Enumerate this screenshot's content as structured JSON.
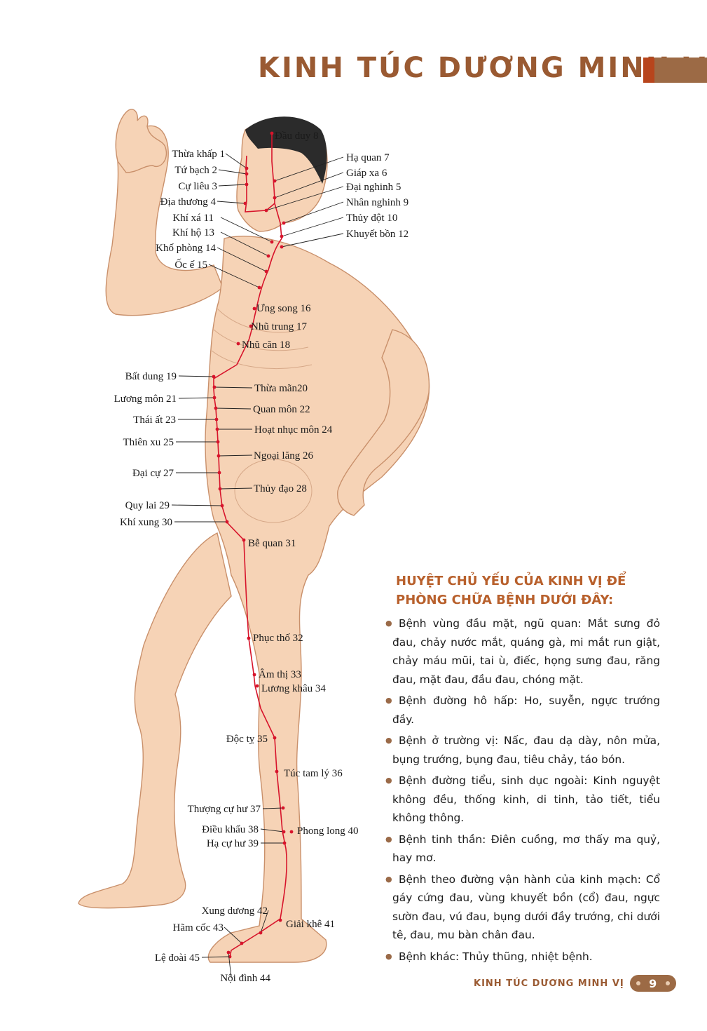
{
  "page": {
    "title": "KINH TÚC DƯƠNG MINH VỊ",
    "footer_title": "KINH TÚC DƯƠNG MINH VỊ",
    "page_number": "9"
  },
  "colors": {
    "accent": "#b8602c",
    "meridian": "#d7142b",
    "skin": "#f6d3b6",
    "bar": "#9c6a45"
  },
  "diagram": {
    "acupoints": [
      {
        "label": "Đầu duy 8"
      },
      {
        "label": "Thừa khấp 1"
      },
      {
        "label": "Tứ bạch 2"
      },
      {
        "label": "Cự liêu 3"
      },
      {
        "label": "Địa thương 4"
      },
      {
        "label": "Khí xá 11"
      },
      {
        "label": "Khí hộ 13"
      },
      {
        "label": "Khố phòng 14"
      },
      {
        "label": "Ốc ế 15"
      },
      {
        "label": "Hạ quan 7"
      },
      {
        "label": "Giáp xa 6"
      },
      {
        "label": "Đại nghinh 5"
      },
      {
        "label": "Nhân nghinh 9"
      },
      {
        "label": "Thủy đột 10"
      },
      {
        "label": "Khuyết bồn 12"
      },
      {
        "label": "Ưng song 16"
      },
      {
        "label": "Nhũ trung 17"
      },
      {
        "label": "Nhũ căn 18"
      },
      {
        "label": "Bất dung 19"
      },
      {
        "label": "Thừa mãn20"
      },
      {
        "label": "Lương môn 21"
      },
      {
        "label": "Quan môn 22"
      },
      {
        "label": "Thái ất 23"
      },
      {
        "label": "Hoạt nhục môn 24"
      },
      {
        "label": "Thiên xu 25"
      },
      {
        "label": "Ngoại lăng 26"
      },
      {
        "label": "Đại cự 27"
      },
      {
        "label": "Thủy đạo 28"
      },
      {
        "label": "Quy lai 29"
      },
      {
        "label": "Khí xung 30"
      },
      {
        "label": "Bễ quan 31"
      },
      {
        "label": "Phục thố 32"
      },
      {
        "label": "Âm thị 33"
      },
      {
        "label": "Lương khâu 34"
      },
      {
        "label": "Độc tỵ 35"
      },
      {
        "label": "Túc tam lý 36"
      },
      {
        "label": "Thượng cự hư 37"
      },
      {
        "label": "Điều khẩu 38"
      },
      {
        "label": "Hạ cự hư 39"
      },
      {
        "label": "Phong long 40"
      },
      {
        "label": "Xung dương 42"
      },
      {
        "label": "Giải khê 41"
      },
      {
        "label": "Hãm cốc 43"
      },
      {
        "label": "Lệ đoài 45"
      },
      {
        "label": "Nội đình 44"
      }
    ]
  },
  "section": {
    "title_line1": "HUYỆT CHỦ YẾU CỦA KINH VỊ ĐỂ",
    "title_line2": "PHÒNG CHỮA BỆNH DƯỚI ĐÂY:",
    "bullets": [
      "Bệnh vùng đầu mặt, ngũ quan: Mắt sưng đỏ đau, chảy nước mắt, quáng gà, mi mắt run giật, chảy máu mũi, tai ù, điếc, họng sưng đau, răng đau, mặt đau, đầu đau, chóng mặt.",
      "Bệnh đường hô hấp: Ho, suyễn, ngực trướng đầy.",
      "Bệnh ở trường vị: Nấc, đau dạ dày, nôn mửa, bụng trướng, bụng đau, tiêu chảy, táo bón.",
      "Bệnh đường tiểu, sinh dục ngoài: Kinh nguyệt không đều, thống kinh, di tinh, tảo tiết, tiểu không thông.",
      "Bệnh tinh thần: Điên cuồng, mơ thấy ma quỷ, hay mơ.",
      "Bệnh theo đường vận hành của kinh mạch: Cổ gáy cứng đau, vùng khuyết bồn (cổ) đau, ngực sườn đau, vú đau, bụng dưới đầy trướng, chi dưới tê, đau, mu bàn chân đau.",
      "Bệnh khác: Thủy thũng, nhiệt bệnh."
    ]
  }
}
